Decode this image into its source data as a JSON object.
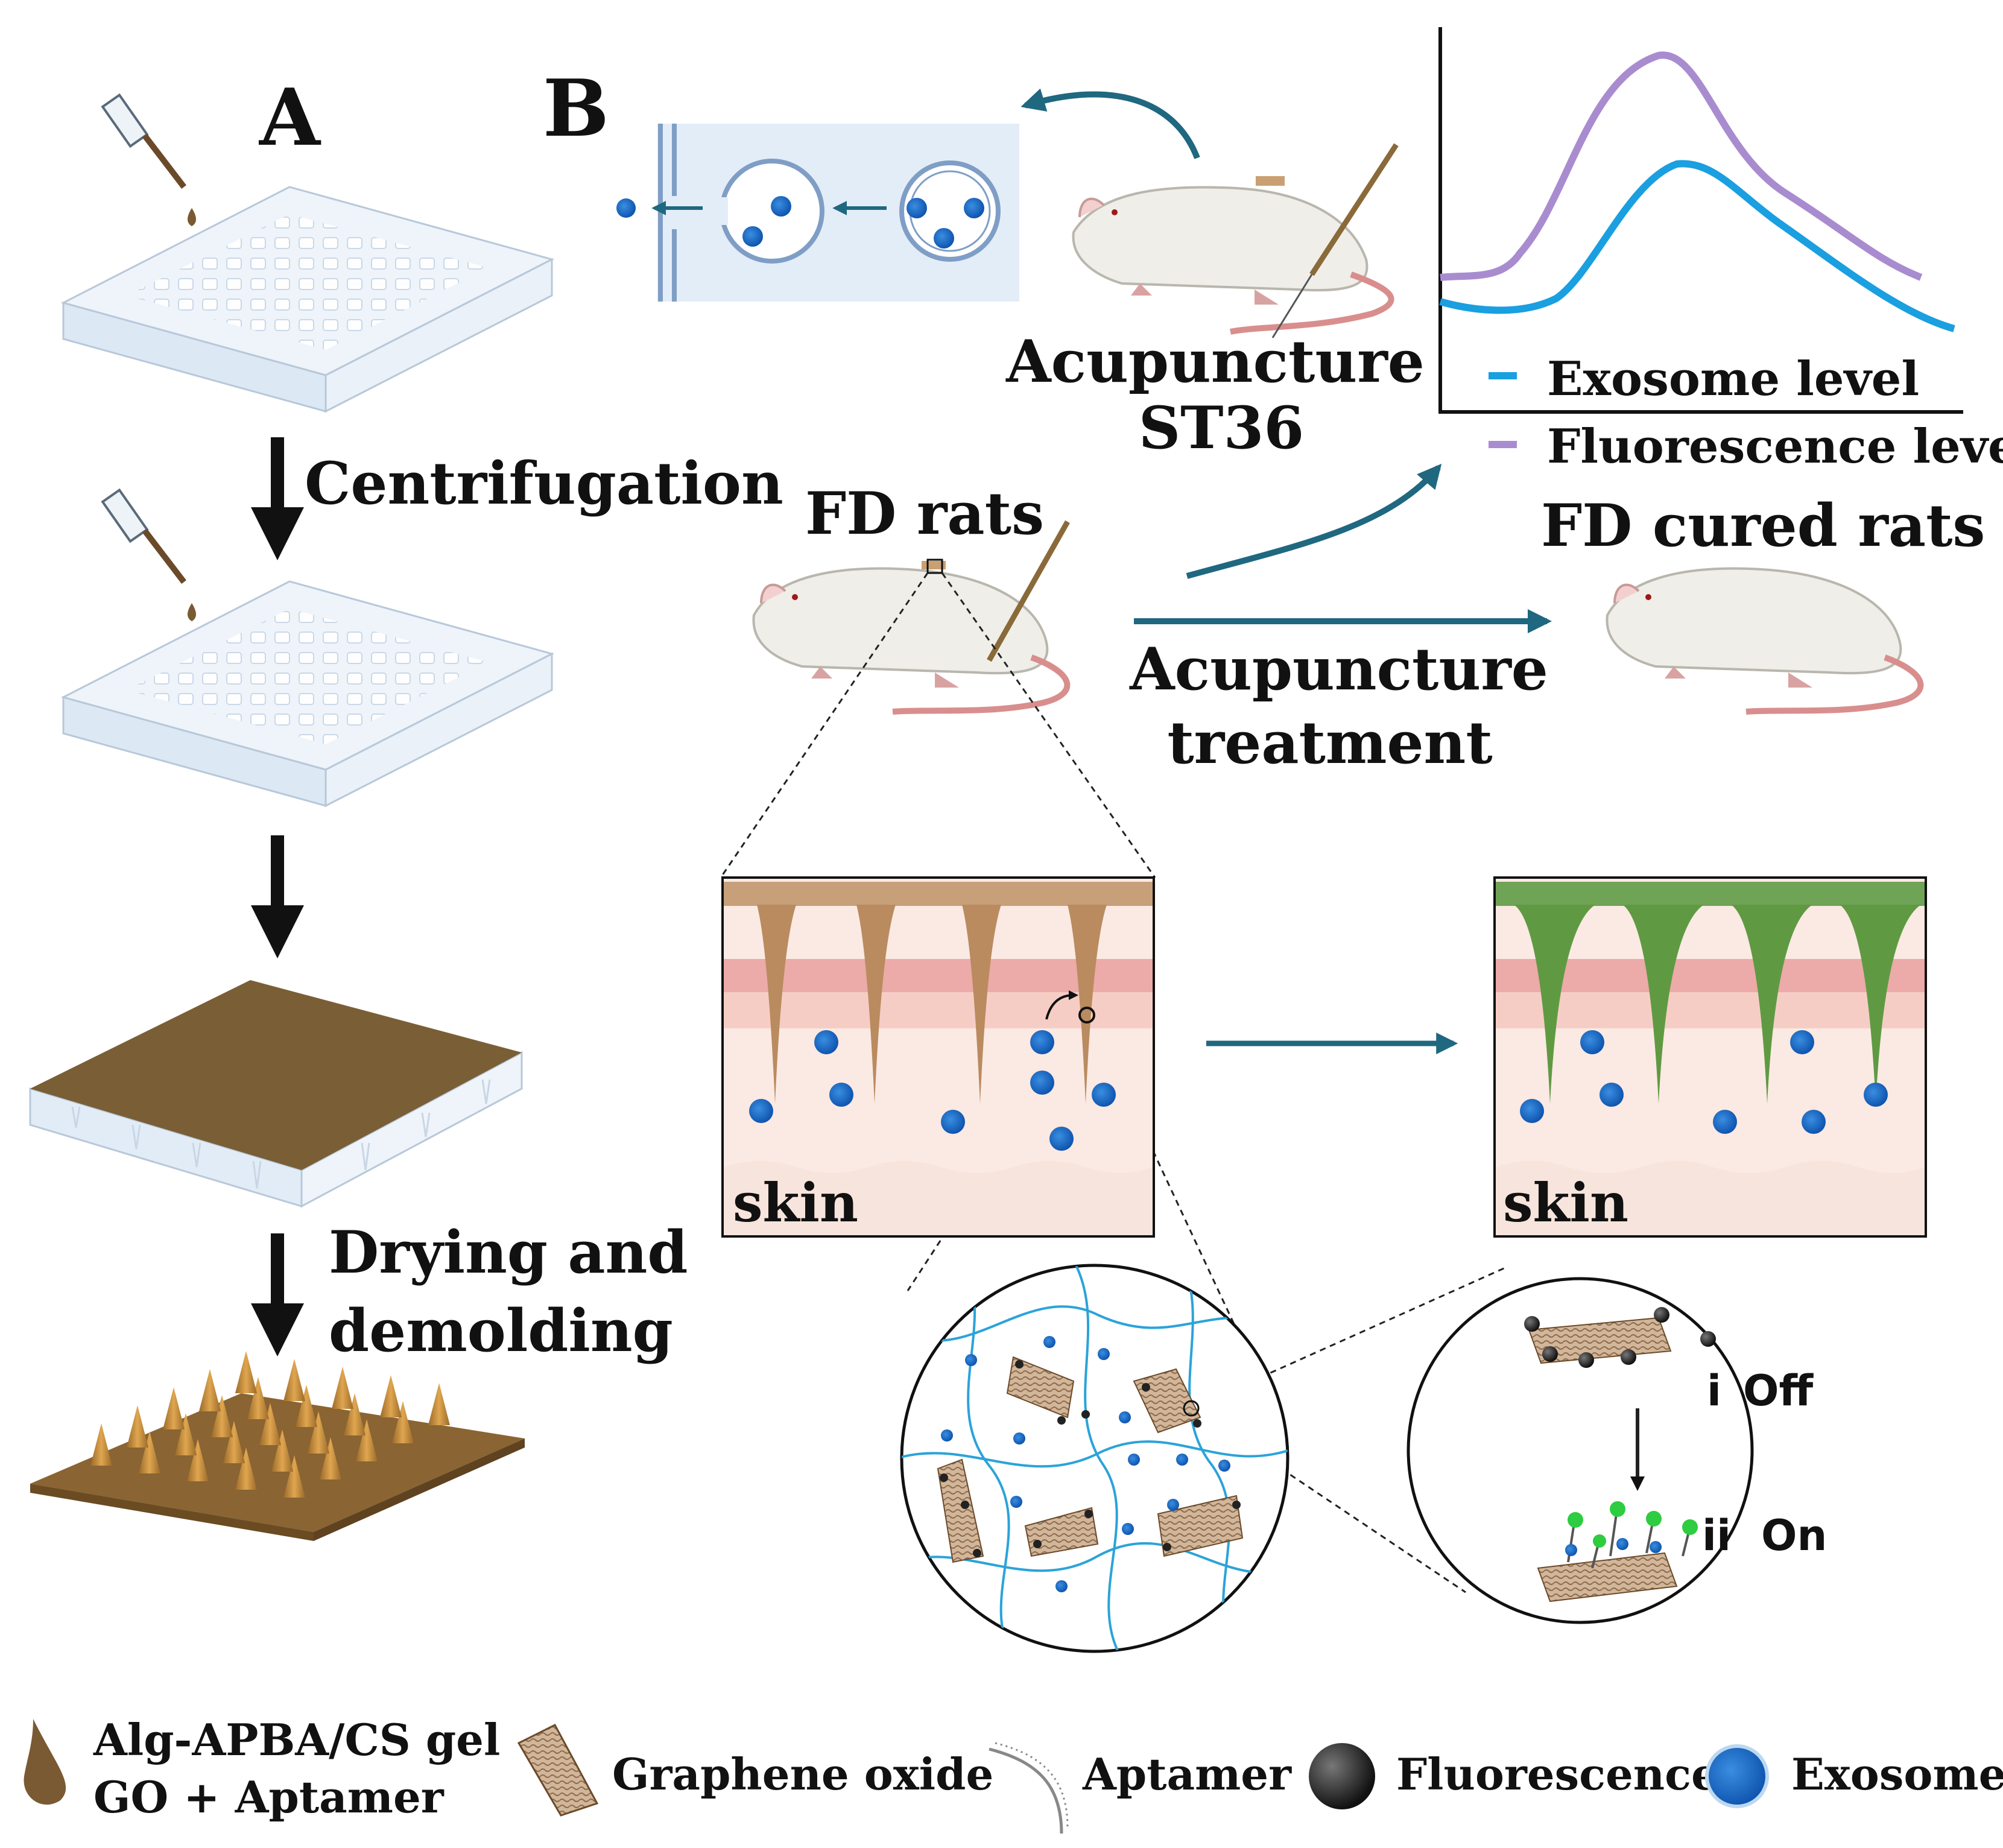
{
  "panels": {
    "a_label": "A",
    "b_label": "B"
  },
  "steps": {
    "centrifugation": "Centrifugation",
    "drying_line1": "Drying and",
    "drying_line2": "demolding"
  },
  "rats": {
    "acupuncture_line1": "Acupuncture",
    "acupuncture_line2": "ST36",
    "fd_rats": "FD rats",
    "fd_cured_rats": "FD cured rats",
    "treatment_line1": "Acupuncture",
    "treatment_line2": "treatment"
  },
  "chart_data": {
    "type": "line",
    "title": "",
    "xlabel": "",
    "ylabel": "",
    "axes_ticks": false,
    "legend_position": "bottom-left",
    "series": [
      {
        "name": "Exosome level",
        "color": "#1a9fe0"
      },
      {
        "name": "Fluorescence level",
        "color": "#a98ccf"
      }
    ]
  },
  "skin": {
    "left_label": "skin",
    "right_label": "skin"
  },
  "switch": {
    "off_index": "i",
    "off_label": "Off",
    "on_index": "ii",
    "on_label": "On"
  },
  "legend": {
    "gel_line1": "Alg-APBA/CS gel",
    "gel_line2": "GO + Aptamer",
    "graphene": "Graphene oxide",
    "aptamer": "Aptamer",
    "fluorescence": "Fluorescence",
    "exosome": "Exosome"
  },
  "colors": {
    "arrow": "#1f6880",
    "exosome": "#1565c0",
    "gel_brown": "#7a5a32",
    "needle_green": "#5f9a43",
    "skin_pink": "#e6a6a6"
  }
}
